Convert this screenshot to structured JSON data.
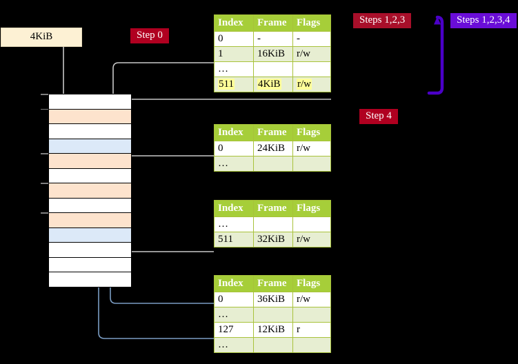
{
  "meta": {
    "title": "Multi-level page table walk diagram",
    "bg_color": "#000000"
  },
  "colors": {
    "table_header": "#a6ce39",
    "table_alt_row": "#e7eed2",
    "highlight": "#ffff99",
    "badge_red": "#a80f2a",
    "badge_violet": "#6a0dd8",
    "memory_orange": "#fde3cd",
    "memory_blue": "#dce9f8",
    "wire_gray": "#b3b3b3",
    "wire_blue": "#7b9dc4",
    "bracket_violet": "#4b00c8"
  },
  "labels": {
    "page_size_box": "4KiB",
    "step0": "Step 0",
    "step4": "Step 4",
    "steps123": "Steps 1,2,3",
    "steps1234": "Steps 1,2,3,4"
  },
  "tables": [
    {
      "id": "pml4",
      "headers": [
        "Index",
        "Frame",
        "Flags"
      ],
      "rows": [
        {
          "style": "plain",
          "cells": [
            "0",
            "-",
            "-"
          ]
        },
        {
          "style": "alt",
          "cells": [
            "1",
            "16KiB",
            "r/w"
          ]
        },
        {
          "style": "plain",
          "cells": [
            "…",
            "",
            ""
          ]
        },
        {
          "style": "alt",
          "highlight": true,
          "cells": [
            "511",
            "4KiB",
            "r/w"
          ]
        }
      ]
    },
    {
      "id": "pdpt",
      "headers": [
        "Index",
        "Frame",
        "Flags"
      ],
      "rows": [
        {
          "style": "plain",
          "cells": [
            "0",
            "24KiB",
            "r/w"
          ]
        },
        {
          "style": "alt",
          "cells": [
            "…",
            "",
            ""
          ]
        }
      ]
    },
    {
      "id": "pd",
      "headers": [
        "Index",
        "Frame",
        "Flags"
      ],
      "rows": [
        {
          "style": "plain",
          "cells": [
            "…",
            "",
            ""
          ]
        },
        {
          "style": "alt",
          "cells": [
            "511",
            "32KiB",
            "r/w"
          ]
        }
      ]
    },
    {
      "id": "pt",
      "headers": [
        "Index",
        "Frame",
        "Flags"
      ],
      "rows": [
        {
          "style": "plain",
          "cells": [
            "0",
            "36KiB",
            "r/w"
          ]
        },
        {
          "style": "alt",
          "cells": [
            "…",
            "",
            ""
          ]
        },
        {
          "style": "plain",
          "cells": [
            "127",
            "12KiB",
            "r"
          ]
        },
        {
          "style": "alt",
          "cells": [
            "…",
            "",
            ""
          ]
        }
      ]
    }
  ],
  "memory_column": {
    "row_count": 13,
    "rows": [
      {
        "fill": "white",
        "tick": true
      },
      {
        "fill": "orange",
        "tick": true
      },
      {
        "fill": "white",
        "tick": false
      },
      {
        "fill": "blue",
        "tick": false
      },
      {
        "fill": "orange",
        "tick": true
      },
      {
        "fill": "white",
        "tick": false
      },
      {
        "fill": "orange",
        "tick": true
      },
      {
        "fill": "white",
        "tick": false
      },
      {
        "fill": "orange",
        "tick": true
      },
      {
        "fill": "blue",
        "tick": false
      },
      {
        "fill": "white",
        "tick": false
      },
      {
        "fill": "white",
        "tick": false
      },
      {
        "fill": "white",
        "tick": false
      }
    ]
  }
}
